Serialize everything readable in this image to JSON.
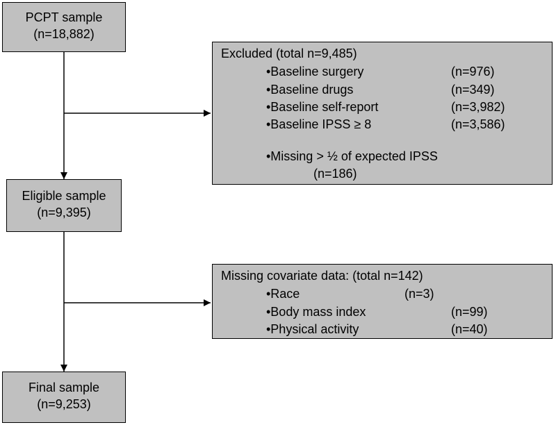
{
  "nodes": {
    "pcpt": {
      "title": "PCPT sample",
      "count": "(n=18,882)"
    },
    "eligible": {
      "title": "Eligible sample",
      "count": "(n=9,395)"
    },
    "final": {
      "title": "Final sample",
      "count": "(n=9,253)"
    }
  },
  "excluded": {
    "header": "Excluded (total n=9,485)",
    "items": [
      {
        "label": "•Baseline surgery",
        "count": "(n=976)"
      },
      {
        "label": "•Baseline drugs",
        "count": "(n=349)"
      },
      {
        "label": "•Baseline self-report",
        "count": "(n=3,982)"
      },
      {
        "label": "•Baseline IPSS ≥ 8",
        "count": "(n=3,586)"
      }
    ],
    "missing_label": "•Missing > ½ of expected IPSS",
    "missing_count": "(n=186)"
  },
  "covariate": {
    "header": "Missing covariate data: (total n=142)",
    "items": [
      {
        "label": "•Race",
        "count": "(n=3)"
      },
      {
        "label": "•Body mass index",
        "count": "(n=99)"
      },
      {
        "label": "•Physical activity",
        "count": "(n=40)"
      }
    ]
  }
}
